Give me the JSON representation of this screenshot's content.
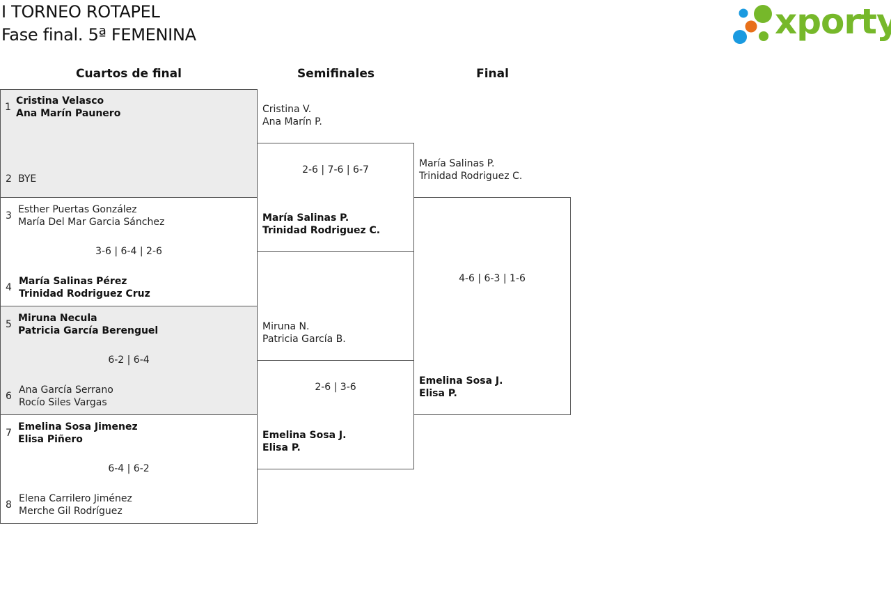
{
  "header": {
    "line1": "I TORNEO ROTAPEL",
    "line2": "Fase final. 5ª FEMENINA"
  },
  "logo": {
    "text": "xporty",
    "colors": {
      "green": "#76b82a",
      "orange": "#e8701a",
      "blue": "#1a9ae0"
    }
  },
  "rounds": {
    "qf": "Cuartos de final",
    "sf": "Semifinales",
    "final": "Final"
  },
  "quarterfinals": [
    {
      "a": {
        "seed": "1",
        "p1": "Cristina Velasco",
        "p2": "Ana Marín Paunero"
      },
      "b": {
        "seed": "2",
        "p1": "BYE",
        "p2": ""
      },
      "score": ""
    },
    {
      "a": {
        "seed": "3",
        "p1": "Esther Puertas González",
        "p2": "María Del Mar Garcia Sánchez"
      },
      "b": {
        "seed": "4",
        "p1": "María Salinas Pérez",
        "p2": "Trinidad Rodriguez Cruz"
      },
      "score": "3-6 | 6-4 | 2-6"
    },
    {
      "a": {
        "seed": "5",
        "p1": "Miruna Necula",
        "p2": "Patricia García Berenguel"
      },
      "b": {
        "seed": "6",
        "p1": "Ana García Serrano",
        "p2": "Rocío Siles Vargas"
      },
      "score": "6-2 | 6-4"
    },
    {
      "a": {
        "seed": "7",
        "p1": "Emelina Sosa Jimenez",
        "p2": "Elisa Piñero"
      },
      "b": {
        "seed": "8",
        "p1": "Elena Carrilero Jiménez",
        "p2": "Merche Gil Rodríguez"
      },
      "score": "6-4 | 6-2"
    }
  ],
  "semifinals": [
    {
      "a": {
        "p1": "Cristina V.",
        "p2": "Ana Marín P."
      },
      "b": {
        "p1": "María Salinas P.",
        "p2": "Trinidad Rodriguez C."
      },
      "score": "2-6 | 7-6 | 6-7"
    },
    {
      "a": {
        "p1": "Miruna N.",
        "p2": "Patricia García B."
      },
      "b": {
        "p1": "Emelina Sosa J.",
        "p2": "Elisa P."
      },
      "score": "2-6 | 3-6"
    }
  ],
  "final": {
    "a": {
      "p1": "María Salinas P.",
      "p2": "Trinidad Rodriguez C."
    },
    "b": {
      "p1": "Emelina Sosa J.",
      "p2": "Elisa P."
    },
    "score": "4-6 | 6-3 | 1-6"
  }
}
